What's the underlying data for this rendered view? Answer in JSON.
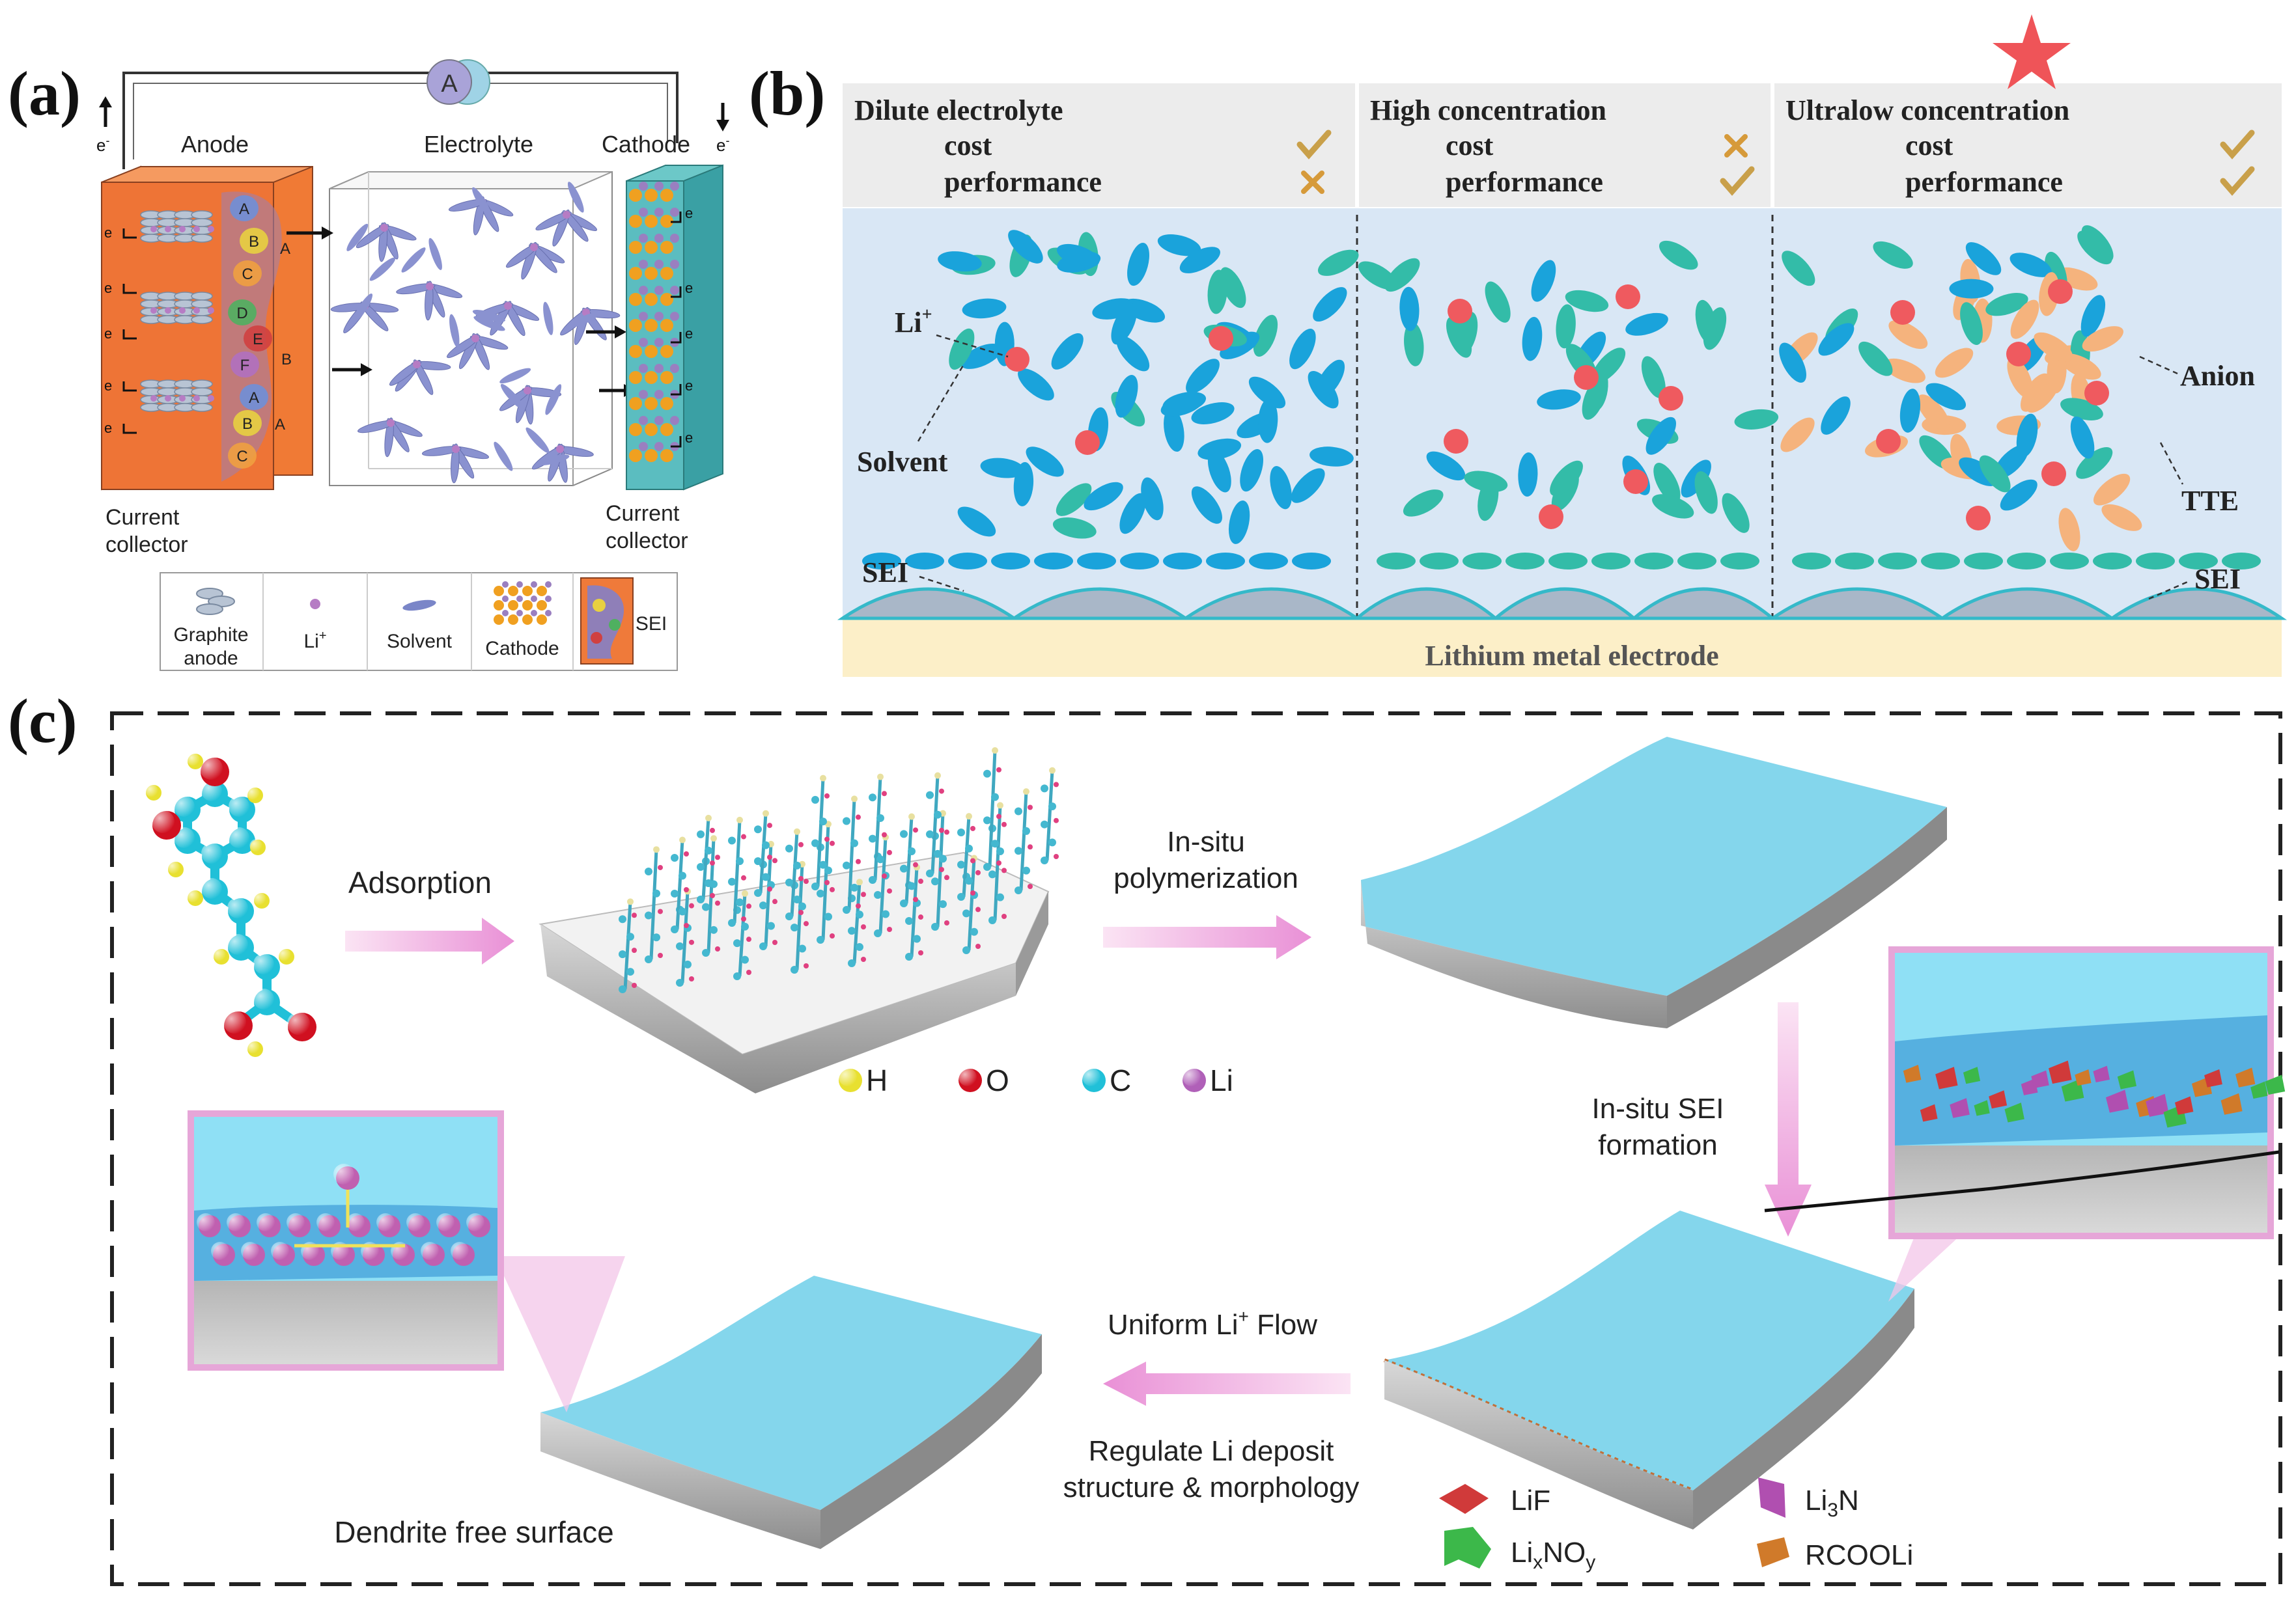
{
  "panel_labels": {
    "a": "(a)",
    "b": "(b)",
    "c": "(c)"
  },
  "panel_a": {
    "ammeter": "A",
    "electron": "e",
    "electron_sup": "-",
    "anode": "Anode",
    "electrolyte": "Electrolyte",
    "cathode": "Cathode",
    "current_collector_left": [
      "Current",
      "collector"
    ],
    "current_collector_right": [
      "Current",
      "collector"
    ],
    "sei_letters": [
      "A",
      "B",
      "C",
      "D",
      "E",
      "F"
    ],
    "legend": {
      "graphite": [
        "Graphite",
        "anode"
      ],
      "li": "Li",
      "li_sup": "+",
      "solvent": "Solvent",
      "cathode": "Cathode",
      "sei": "SEI"
    }
  },
  "panel_b": {
    "columns": [
      {
        "title": "Dilute electrolyte",
        "cost": "cost",
        "performance": "performance",
        "cost_mark": "check",
        "performance_mark": "cross"
      },
      {
        "title": "High concentration",
        "cost": "cost",
        "performance": "performance",
        "cost_mark": "cross",
        "performance_mark": "check"
      },
      {
        "title": "Ultralow concentration",
        "cost": "cost",
        "performance": "performance",
        "cost_mark": "check",
        "performance_mark": "check"
      }
    ],
    "labels": {
      "li": "Li",
      "li_sup": "+",
      "solvent": "Solvent",
      "sei_left": "SEI",
      "anion": "Anion",
      "tte": "TTE",
      "sei_right": "SEI"
    },
    "electrode": "Lithium metal electrode",
    "colors": {
      "solvent": "#1aa3db",
      "anion": "#33bca8",
      "tte": "#f5b37d",
      "li": "#ef5a5f",
      "star": "#ef5458"
    }
  },
  "panel_c": {
    "adsorption": "Adsorption",
    "in_situ_polymerization": [
      "In-situ",
      "polymerization"
    ],
    "in_situ_sei": [
      "In-situ SEI",
      "formation"
    ],
    "uniform_flow": "Uniform Li",
    "uniform_flow_sup": "+",
    "uniform_flow_end": " Flow",
    "regulate": [
      "Regulate Li deposit",
      "structure & morphology"
    ],
    "dendrite_free": "Dendrite free surface",
    "atoms": [
      "H",
      "O",
      "C",
      "Li"
    ],
    "sei_components": {
      "lif": "LiF",
      "li3n_a": "Li",
      "li3n_sub": "3",
      "li3n_b": "N",
      "lixnoy_a": "Li",
      "lixnoy_x": "x",
      "lixnoy_b": "NO",
      "lixnoy_y": "y",
      "rcooli": "RCOOLi"
    },
    "colors": {
      "lif": "#d03a3a",
      "li3n": "#b04fb0",
      "lixnoy": "#3cb84a",
      "rcooli": "#d07a2a",
      "h": "#e8e030",
      "o": "#d01020",
      "c": "#20c0d8",
      "li": "#b060b8"
    }
  }
}
